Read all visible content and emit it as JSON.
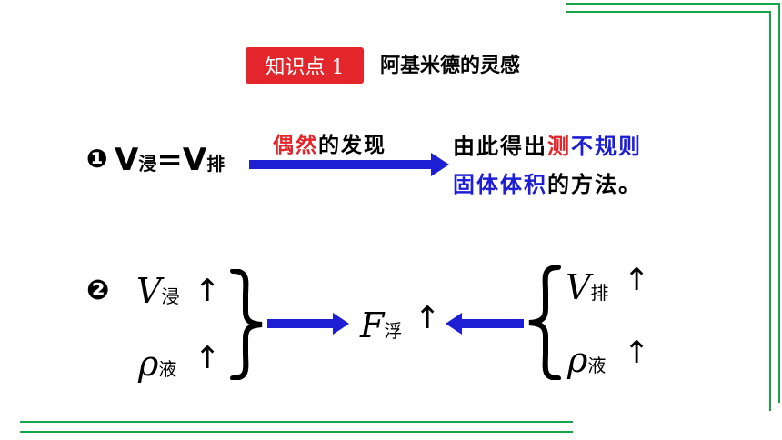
{
  "header": {
    "badge": "知识点 1",
    "title": "阿基米德的灵感"
  },
  "row1": {
    "number": "❶",
    "v_letter_1": "V",
    "sub_jin": "浸",
    "equals": "=",
    "v_letter_2": "V",
    "sub_pai": "排",
    "arrow_label_red": "偶然",
    "arrow_label_rest": "的发现",
    "result_line1_black": "由此得出",
    "result_line1_red": "测",
    "result_line1_blue": "不规则",
    "result_line2_blue": "固体体积",
    "result_line2_black": "的方法。"
  },
  "row2": {
    "number": "❷",
    "v_left": "V",
    "v_left_sub": "浸",
    "rho_left": "ρ",
    "rho_left_sub": "液",
    "f_center": "F",
    "f_center_sub": "浮",
    "v_right": "V",
    "v_right_sub": "排",
    "rho_right": "ρ",
    "rho_right_sub": "液",
    "up": "↑"
  },
  "colors": {
    "frame_green": "#16a34a",
    "badge_red": "#e3262b",
    "arrow_blue": "#1e1ed2",
    "text_red": "#e3262b",
    "text_blue": "#1e1ed2"
  }
}
